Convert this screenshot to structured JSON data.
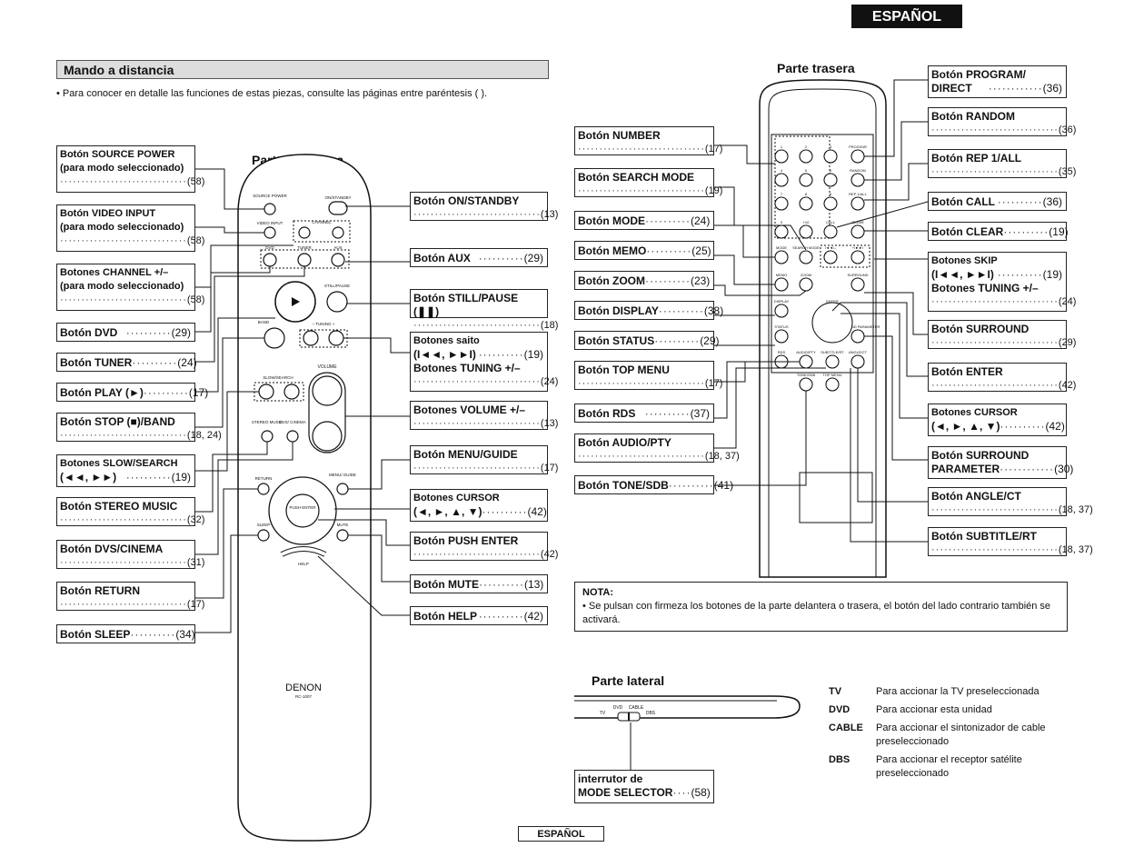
{
  "header": {
    "language_tab": "ESPAÑOL"
  },
  "section": {
    "title": "Mando a distancia",
    "intro": "• Para conocer en detalle las funciones de estas piezas, consulte las páginas entre paréntesis (  )."
  },
  "front": {
    "title": "Parte delantera",
    "left_labels": [
      {
        "t": "Botón SOURCE POWER",
        "sub": "(para modo seleccionado)",
        "r": "(58)"
      },
      {
        "t": "Botón VIDEO INPUT",
        "sub": "(para modo seleccionado)",
        "r": "(58)"
      },
      {
        "t": "Botones CHANNEL +/–",
        "sub": "(para modo seleccionado)",
        "r": "(58)"
      },
      {
        "t": "Botón DVD",
        "r": "(29)"
      },
      {
        "t": "Botón TUNER",
        "r": "(24)"
      },
      {
        "t": "Botón PLAY (►)",
        "r": "(17)"
      },
      {
        "t": "Botón STOP (■)/BAND",
        "r": "(18, 24)"
      },
      {
        "t": "Botones SLOW/SEARCH",
        "sub": "(◄◄, ►►)",
        "r": "(19)"
      },
      {
        "t": "Botón STEREO MUSIC",
        "r": "(32)"
      },
      {
        "t": "Botón DVS/CINEMA",
        "r": "(31)"
      },
      {
        "t": "Botón RETURN",
        "r": "(17)"
      },
      {
        "t": "Botón SLEEP",
        "r": "(34)"
      }
    ],
    "right_labels": [
      {
        "t": "Botón ON/STANDBY",
        "r": "(13)"
      },
      {
        "t": "Botón AUX",
        "r": "(29)"
      },
      {
        "t": "Botón STILL/PAUSE (❚❚)",
        "r": "(18)"
      },
      {
        "t": "Botones saito",
        "sub": "(I◄◄, ►►I)",
        "r": "(19)",
        "t2": "Botones TUNING +/–",
        "r2": "(24)"
      },
      {
        "t": "Botones VOLUME +/–",
        "r": "(13)"
      },
      {
        "t": "Botón MENU/GUIDE",
        "r": "(17)"
      },
      {
        "t": "Botones CURSOR",
        "sub": "(◄, ►, ▲, ▼)",
        "r": "(42)"
      },
      {
        "t": "Botón PUSH ENTER",
        "r": "(42)"
      },
      {
        "t": "Botón MUTE",
        "r": "(13)"
      },
      {
        "t": "Botón HELP",
        "r": "(42)"
      }
    ],
    "remote_text": {
      "source_power": "SOURCE POWER",
      "on_standby": "ON/STANDBY",
      "video_input": "VIDEO INPUT",
      "channel": "CHANNEL",
      "dvd": "DVD",
      "tuner": "TUNER",
      "aux": "AUX",
      "still_pause": "STILL/PAUSE",
      "band": "BAND",
      "tuning": "– TUNING +",
      "slow_search": "SLOW/SEARCH",
      "volume": "VOLUME",
      "stereo_music": "STEREO MUSIC",
      "dvs_cinema": "DVS/ CINEMA",
      "return": "RETURN",
      "menu_guide": "MENU/ GUIDE",
      "push_enter": "PUSH ENTER",
      "sleep": "SLEEP",
      "mute": "MUTE",
      "help": "HELP",
      "brand": "DENON",
      "model": "RC-1007"
    }
  },
  "rear": {
    "title": "Parte trasera",
    "left_labels": [
      {
        "t": "Botón NUMBER",
        "r": "(17)"
      },
      {
        "t": "Botón SEARCH MODE",
        "r": "(19)"
      },
      {
        "t": "Botón MODE",
        "r": "(24)"
      },
      {
        "t": "Botón MEMO",
        "r": "(25)"
      },
      {
        "t": "Botón ZOOM",
        "r": "(23)"
      },
      {
        "t": "Botón DISPLAY",
        "r": "(38)"
      },
      {
        "t": "Botón STATUS",
        "r": "(29)"
      },
      {
        "t": "Botón TOP MENU",
        "r": "(17)"
      },
      {
        "t": "Botón RDS",
        "r": "(37)"
      },
      {
        "t": "Botón AUDIO/PTY",
        "r": "(18, 37)"
      },
      {
        "t": "Botón TONE/SDB",
        "r": "(41)"
      }
    ],
    "right_labels": [
      {
        "t": "Botón PROGRAM/",
        "t_b": "DIRECT",
        "r": "(36)"
      },
      {
        "t": "Botón RANDOM",
        "r": "(36)"
      },
      {
        "t": "Botón REP 1/ALL",
        "r": "(35)"
      },
      {
        "t": "Botón CALL",
        "r": "(36)"
      },
      {
        "t": "Botón CLEAR",
        "r": "(19)"
      },
      {
        "t": "Botones SKIP",
        "sub": "(I◄◄, ►►I)",
        "r": "(19)",
        "t2": "Botones TUNING +/–",
        "r2": "(24)"
      },
      {
        "t": "Botón SURROUND",
        "r": "(29)"
      },
      {
        "t": "Botón ENTER",
        "r": "(42)"
      },
      {
        "t": "Botones CURSOR",
        "sub": "(◄, ►, ▲, ▼)",
        "r": "(42)"
      },
      {
        "t": "Botón SURROUND",
        "t_b": "PARAMETER",
        "r": "(30)"
      },
      {
        "t": "Botón ANGLE/CT",
        "r": "(18, 37)"
      },
      {
        "t": "Botón SUBTITLE/RT",
        "r": "(18, 37)"
      }
    ],
    "keys": [
      "1",
      "2",
      "3",
      "PROG/DIR",
      "4",
      "5",
      "6",
      "RANDOM",
      "7",
      "8",
      "9",
      "REP 1/ALL",
      "0",
      "+10",
      "CALL",
      "CLEAR",
      "MODE",
      "SEARCH MODE",
      "I◄◄/–",
      "+/►►I",
      "MEMO",
      "ZOOM",
      "SURROUND",
      "DISPLAY",
      "ENTER",
      "STATUS",
      "SURROUND PARAMETER",
      "RDS",
      "AUDIO/PTY",
      "SUBTITLE/RT",
      "ANGLE/CT",
      "TOP MENU",
      "TONE/SDB"
    ]
  },
  "note": {
    "title": "NOTA:",
    "text": "• Se pulsan con firmeza los botones de la parte delantera o trasera, el botón del lado contrario también se activará."
  },
  "side": {
    "title": "Parte lateral",
    "selector_label_1": "interrutor de",
    "selector_label_2": "MODE SELECTOR",
    "selector_ref": "(58)",
    "switch_marks": [
      "TV",
      "DVD",
      "CABLE",
      "DBS"
    ],
    "legend": [
      {
        "k": "TV",
        "d": "Para accionar la TV preseleccionada"
      },
      {
        "k": "DVD",
        "d": "Para accionar esta unidad"
      },
      {
        "k": "CABLE",
        "d": "Para accionar el sintonizador de cable preseleccionado"
      },
      {
        "k": "DBS",
        "d": "Para accionar el receptor satélite preseleccionado"
      }
    ]
  },
  "footer": {
    "language_tab": "ESPAÑOL"
  }
}
